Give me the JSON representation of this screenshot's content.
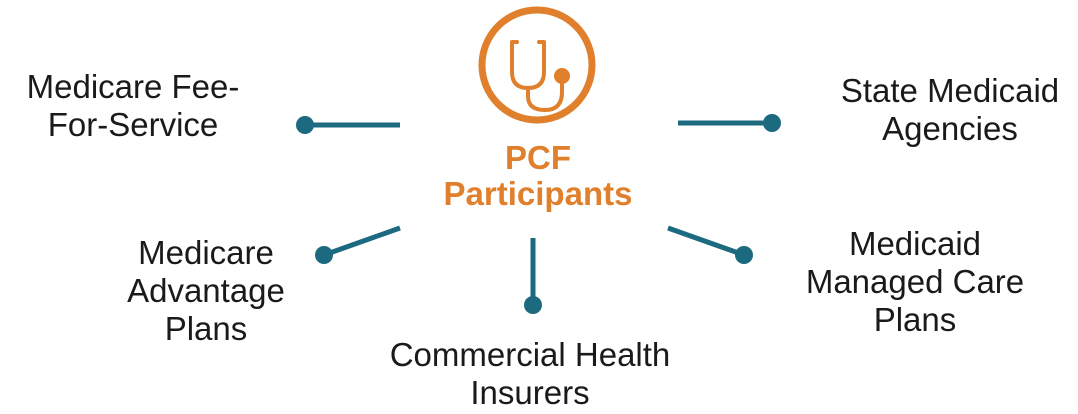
{
  "center": {
    "line1": "PCF",
    "line2": "Participants",
    "icon": "stethoscope-icon",
    "color": "#e07f2c"
  },
  "participants": {
    "medicare_ffs": {
      "line1": "Medicare Fee-",
      "line2": "For-Service"
    },
    "state_medicaid": {
      "line1": "State Medicaid",
      "line2": "Agencies"
    },
    "medicare_advantage": {
      "line1": "Medicare",
      "line2": "Advantage",
      "line3": "Plans"
    },
    "commercial": {
      "line1": "Commercial Health",
      "line2": "Insurers"
    },
    "medicaid_managed_care": {
      "line1": "Medicaid",
      "line2": "Managed Care",
      "line3": "Plans"
    }
  },
  "colors": {
    "connector": "#1c6a80",
    "accent": "#e07f2c",
    "text": "#1a1a1a"
  }
}
